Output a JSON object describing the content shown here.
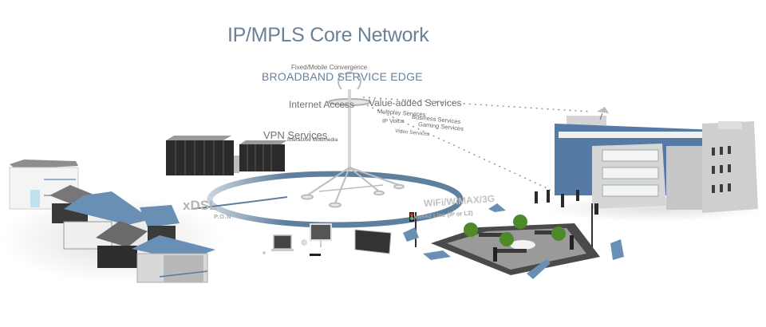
{
  "diagram": {
    "title": "IP/MPLS Core Network",
    "edge": {
      "subtitle": "Fixed/Mobile Convergence",
      "title": "BROADBAND SERVICE EDGE"
    },
    "services": {
      "internet_access": "Internet Access",
      "value_added": "Value-added Services",
      "multiplay": "Multiplay Services",
      "ip_voice": "IP Voice",
      "business": "Business Services",
      "gaming": "Gaming Services",
      "video": "Video Services",
      "vpn": "VPN Services",
      "interactive_multimedia": "Interactive Multimedia"
    },
    "access": {
      "xdsl": "xDSL",
      "pon": "P.O.N.",
      "wireless": "WiFi/WiMAX/3G",
      "leased_line": "Leased Line (IP or L2)"
    },
    "colors": {
      "ring": "#5f7f9f",
      "title": "#6a8198",
      "roof_blue": "#6a8fb5",
      "building_blue": "#557aa3"
    }
  }
}
